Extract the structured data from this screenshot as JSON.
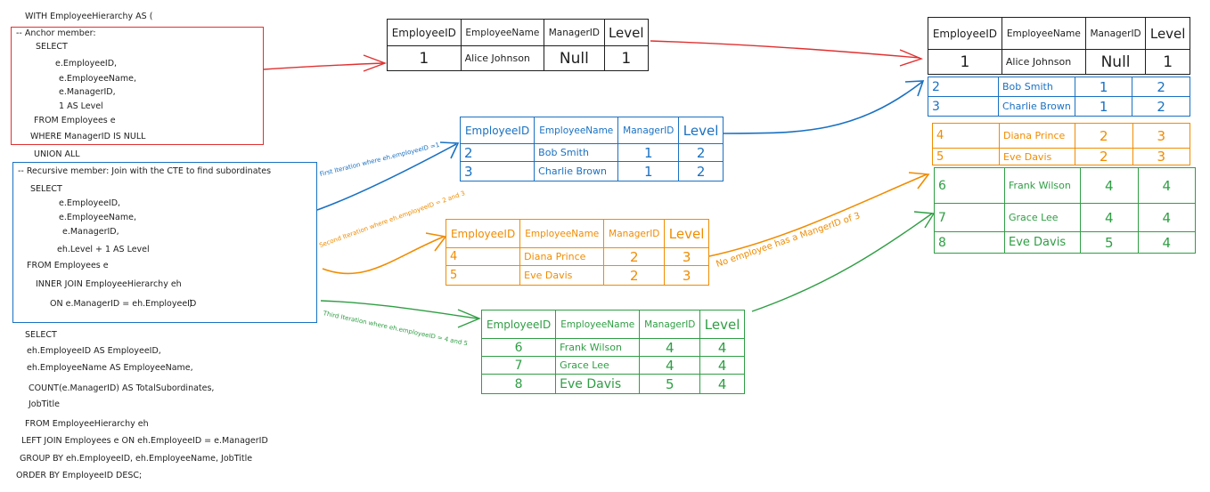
{
  "code": {
    "with": "WITH EmployeeHierarchy AS (",
    "anchor_comment": "-- Anchor member:",
    "a_select": "SELECT",
    "a_col1": "e.EmployeeID,",
    "a_col2": "e.EmployeeName,",
    "a_col3": "e.ManagerID,",
    "a_col4": "1 AS Level",
    "a_from": "FROM Employees e",
    "a_where": "WHERE ManagerID IS NULL",
    "union": "UNION ALL",
    "rec_comment": "-- Recursive member: Join with the CTE to find subordinates",
    "r_select": "SELECT",
    "r_col1": "e.EmployeeID,",
    "r_col2": "e.EmployeeName,",
    "r_col3": "e.ManagerID,",
    "r_col4": "eh.Level + 1 AS Level",
    "r_from": "FROM Employees e",
    "r_join": "INNER JOIN EmployeeHierarchy eh",
    "r_on": "ON e.ManagerID = eh.EmployeeID",
    "r_close": ")",
    "f_select": "SELECT",
    "f_col1": "eh.EmployeeID AS EmployeeID,",
    "f_col2": "eh.EmployeeName AS EmployeeName,",
    "f_col3": "COUNT(e.ManagerID) AS TotalSubordinates,",
    "f_col4": "JobTitle",
    "f_from": "FROM EmployeeHierarchy eh",
    "f_join": "LEFT JOIN Employees e ON eh.EmployeeID = e.ManagerID",
    "f_group": "GROUP BY eh.EmployeeID, eh.EmployeeName, JobTitle",
    "f_order": "ORDER BY EmployeeID DESC;"
  },
  "headers": {
    "id": "EmployeeID",
    "name": "EmployeeName",
    "mgr": "ManagerID",
    "level": "Level"
  },
  "anchor_rows": [
    {
      "id": "1",
      "name": "Alice Johnson",
      "mgr": "Null",
      "level": "1"
    }
  ],
  "iter1_rows": [
    {
      "id": "2",
      "name": "Bob Smith",
      "mgr": "1",
      "level": "2"
    },
    {
      "id": "3",
      "name": "Charlie Brown",
      "mgr": "1",
      "level": "2"
    }
  ],
  "iter2_rows": [
    {
      "id": "4",
      "name": "Diana Prince",
      "mgr": "2",
      "level": "3"
    },
    {
      "id": "5",
      "name": "Eve Davis",
      "mgr": "2",
      "level": "3"
    }
  ],
  "iter3_rows": [
    {
      "id": "6",
      "name": "Frank Wilson",
      "mgr": "4",
      "level": "4"
    },
    {
      "id": "7",
      "name": "Grace Lee",
      "mgr": "4",
      "level": "4"
    },
    {
      "id": "8",
      "name": "Eve Davis",
      "mgr": "5",
      "level": "4"
    }
  ],
  "annotations": {
    "first": "First Iteration where eh.employeeID =1",
    "second": "Second Iteration where eh.employeeID = 2 and 3",
    "third": "Third Iteration where eh.employeeID = 4 and 5",
    "none": "No employee has a MangerID of 3"
  },
  "colors": {
    "red": "#e03131",
    "blue": "#1971c2",
    "orange": "#f08c00",
    "green": "#2f9e44"
  }
}
